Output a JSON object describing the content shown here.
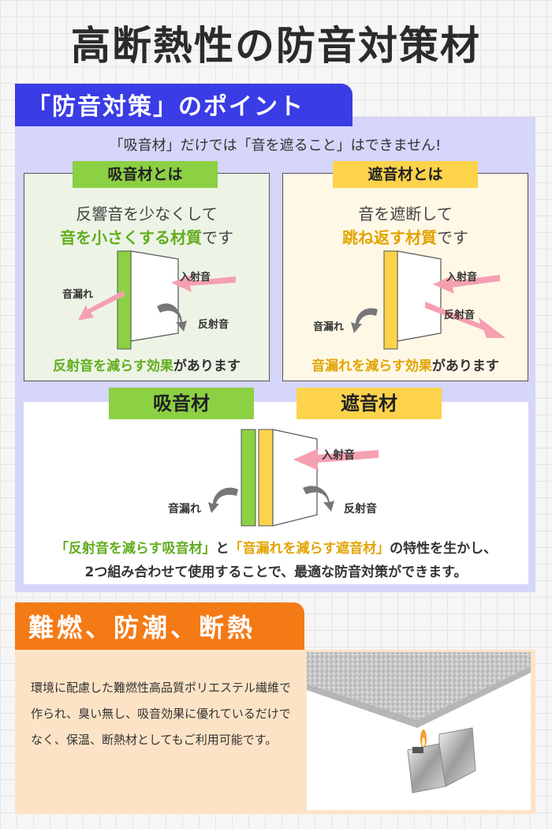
{
  "title": "高断熱性の防音対策材",
  "section1": {
    "heading": "「防音対策」のポイント",
    "subtitle": "「吸音材」だけでは「音を遮ること」はできません!",
    "absorber_card": {
      "tag": "吸音材とは",
      "line1": "反響音を少なくして",
      "line2_highlight": "音を小さくする材質",
      "line2_rest": "です",
      "label_incident": "入射音",
      "label_leak": "音漏れ",
      "label_reflect": "反射音",
      "foot_highlight": "反射音を減らす効果",
      "foot_rest": "があります"
    },
    "insulator_card": {
      "tag": "遮音材とは",
      "line1": "音を遮断して",
      "line2_highlight": "跳ね返す材質",
      "line2_rest": "です",
      "label_incident": "入射音",
      "label_reflect": "反射音",
      "label_leak": "音漏れ",
      "foot_highlight": "音漏れを減らす効果",
      "foot_rest": "があります"
    },
    "combined": {
      "tag_absorber": "吸音材",
      "tag_insulator": "遮音材",
      "label_incident": "入射音",
      "label_leak": "音漏れ",
      "label_reflect": "反射音",
      "note_part1": "「反射音を減らす吸音材」",
      "note_part2": "と",
      "note_part3": "「音漏れを減らす遮音材」",
      "note_part4": "の特性を生かし、",
      "note_line2": "2つ組み合わせて使用することで、最適な防音対策ができます。"
    }
  },
  "section2": {
    "heading": "難燃、防潮、断熱",
    "body": "環境に配慮した難燃性高品質ポリエステル繊維で作られ、臭い無し、吸音効果に優れているだけでなく、保温、断熱材としてもご利用可能です。"
  },
  "colors": {
    "blue": "#3a3ce5",
    "lavender": "#d6d5fa",
    "green": "#8cd043",
    "yellow": "#fcd34b",
    "orange": "#f47a16",
    "peach": "#fde3c6",
    "arrow_pink": "#f4a0b0"
  }
}
